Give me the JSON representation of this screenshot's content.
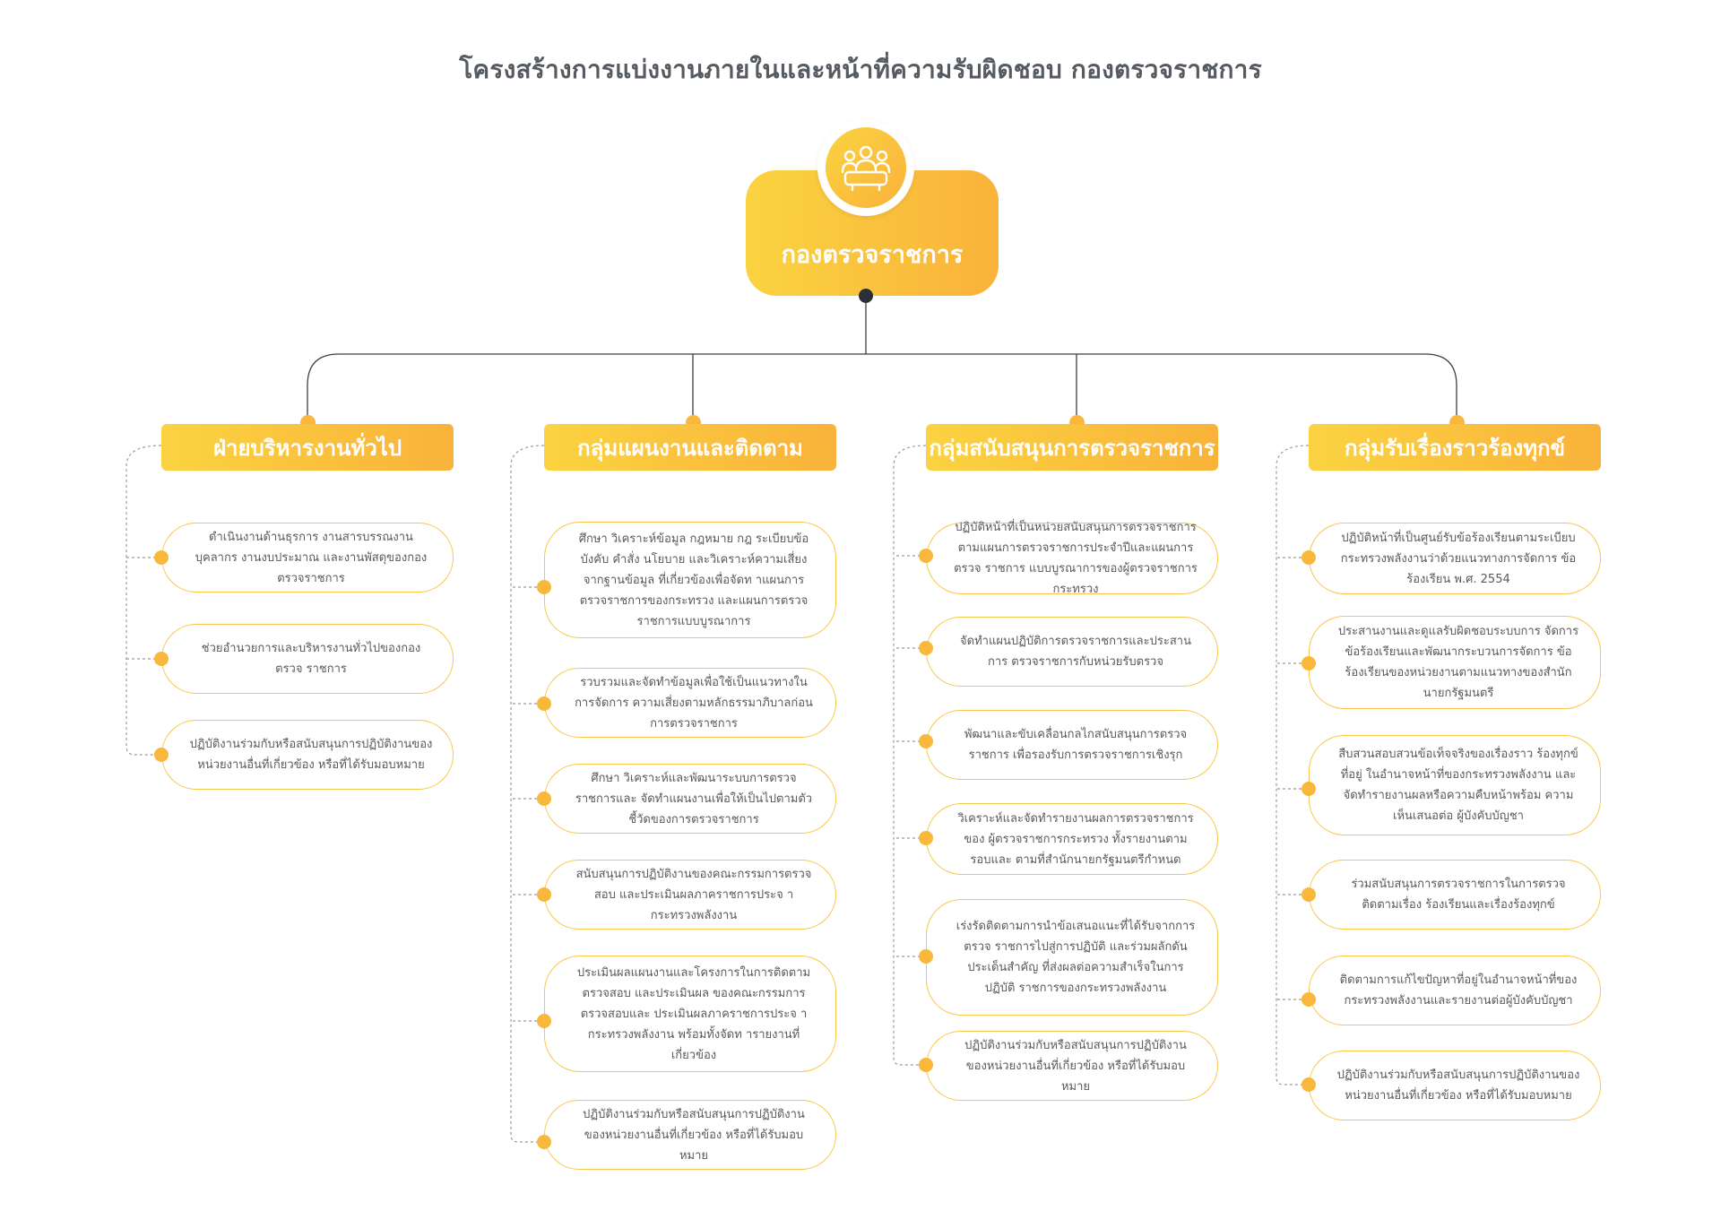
{
  "title": "โครงสร้างการแบ่งงานภายในและหน้าที่ความรับผิดชอบ กองตรวจราชการ",
  "root": {
    "label": "กองตรวจราชการ",
    "icon": "meeting-people-icon"
  },
  "colors": {
    "accent_start": "#fbd341",
    "accent_end": "#f9b23a",
    "line": "#3a3f46",
    "dashed": "#9a9a9a"
  },
  "columns": [
    {
      "header": "ฝ่ายบริหารงานทั่วไป",
      "items": [
        "ดำเนินงานด้านธุรการ งานสารบรรณงานบุคลากร งานงบประมาณ และงานพัสดุของกองตรวจราชการ",
        "ช่วยอำนวยการและบริหารงานทั่วไปของกองตรวจ ราชการ",
        "ปฏิบัติงานร่วมกับหรือสนับสนุนการปฏิบัติงานของ หน่วยงานอื่นที่เกี่ยวข้อง หรือที่ได้รับมอบหมาย"
      ]
    },
    {
      "header": "กลุ่มแผนงานและติดตาม",
      "items": [
        "ศึกษา วิเคราะห์ข้อมูล กฎหมาย กฎ ระเบียบข้อบังคับ คำสั่ง นโยบาย และวิเคราะห์ความเสี่ยงจากฐานข้อมูล ที่เกี่ยวข้องเพื่อจัดท าแผนการตรวจราชการของกระทรวง และแผนการตรวจราชการแบบบูรณาการ",
        "รวบรวมและจัดทำข้อมูลเพื่อใช้เป็นแนวทางในการจัดการ ความเสี่ยงตามหลักธรรมาภิบาลก่อนการตรวจราชการ",
        "ศึกษา วิเคราะห์และพัฒนาระบบการตรวจราชการและ จัดทำแผนงานเพื่อให้เป็นไปตามตัวชี้วัดของการตรวจราชการ",
        "สนับสนุนการปฏิบัติงานของคณะกรรมการตรวจสอบ และประเมินผลภาคราชการประจ ากระทรวงพลังงาน",
        "ประเมินผลแผนงานและโครงการในการติดตามตรวจสอบ และประเมินผล ของคณะกรรมการตรวจสอบและ ประเมินผลภาคราชการประจ ากระทรวงพลังงาน พร้อมทั้งจัดท ารายงานที่เกี่ยวข้อง",
        "ปฏิบัติงานร่วมกับหรือสนับสนุนการปฏิบัติงาน ของหน่วยงานอื่นที่เกี่ยวข้อง หรือที่ได้รับมอบหมาย"
      ]
    },
    {
      "header": "กลุ่มสนับสนุนการตรวจราชการ",
      "items": [
        "ปฏิบัติหน้าที่เป็นหน่วยสนับสนุนการตรวจราชการ ตามแผนการตรวจราชการประจำปีและแผนการตรวจ ราชการ แบบบูรณาการของผู้ตรวจราชการกระทรวง",
        "จัดทำแผนปฏิบัติการตรวจราชการและประสานการ ตรวจราชการกับหน่วยรับตรวจ",
        "พัฒนาและขับเคลื่อนกลไกสนับสนุนการตรวจราชการ เพื่อรองรับการตรวจราชการเชิงรุก",
        "วิเคราะห์และจัดทำรายงานผลการตรวจราชการของ ผู้ตรวจราชการกระทรวง ทั้งรายงานตามรอบและ ตามที่สำนักนายกรัฐมนตรีกำหนด",
        "เร่งรัดติดตามการนำข้อเสนอแนะที่ได้รับจากการตรวจ ราชการไปสู่การปฏิบัติ และร่วมผลักดัน ประเด็นสำคัญ ที่ส่งผลต่อความสำเร็จในการปฏิบัติ ราชการของกระทรวงพลังงาน",
        "ปฏิบัติงานร่วมกับหรือสนับสนุนการปฏิบัติงาน ของหน่วยงานอื่นที่เกี่ยวข้อง หรือที่ได้รับมอบหมาย"
      ]
    },
    {
      "header": "กลุ่มรับเรื่องราวร้องทุกข์",
      "items": [
        "ปฏิบัติหน้าที่เป็นศูนย์รับข้อร้องเรียนตามระเบียบ กระทรวงพลังงานว่าด้วยแนวทางการจัดการ ข้อร้องเรียน พ.ศ. 2554",
        "ประสานงานและดูแลรับผิดชอบระบบการ จัดการข้อร้องเรียนและพัฒนากระบวนการจัดการ ข้อร้องเรียนของหน่วยงานตามแนวทางของสำนัก นายกรัฐมนตรี",
        "สืบสวนสอบสวนข้อเท็จจริงของเรื่องราว ร้องทุกข์ที่อยู่ ในอำนาจหน้าที่ของกระทรวงพลังงาน และจัดทำรายงานผลหรือความคืบหน้าพร้อม ความเห็นเสนอต่อ ผู้บังคับบัญชา",
        "ร่วมสนับสนุนการตรวจราชการในการตรวจติดตามเรื่อง ร้องเรียนและเรื่องร้องทุกข์",
        "ติดตามการแก้ไขปัญหาที่อยู่ในอำนาจหน้าที่ของ กระทรวงพลังงานและรายงานต่อผู้บังคับบัญชา",
        "ปฏิบัติงานร่วมกับหรือสนับสนุนการปฏิบัติงานของ หน่วยงานอื่นที่เกี่ยวข้อง หรือที่ได้รับมอบหมาย"
      ]
    }
  ]
}
